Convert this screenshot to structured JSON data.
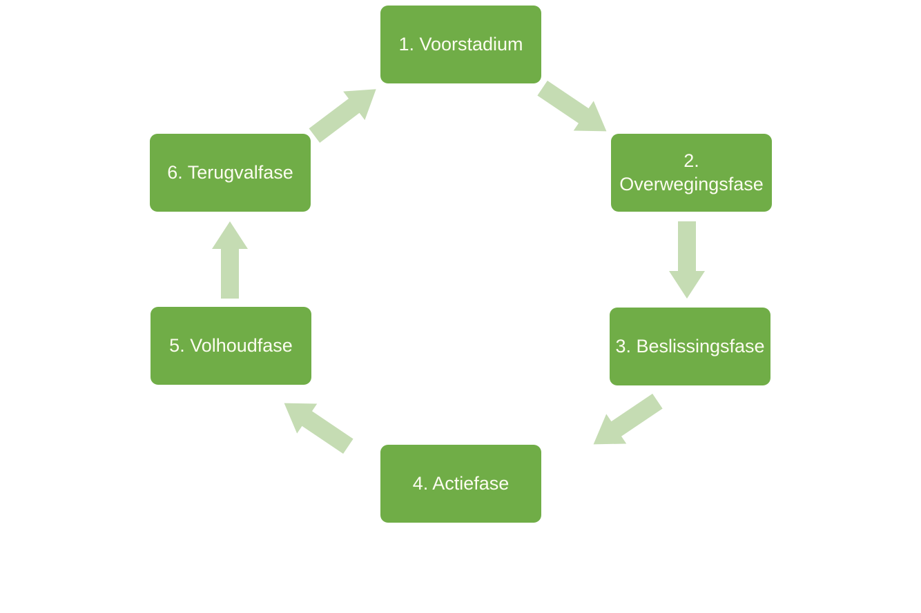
{
  "diagram": {
    "type": "cycle",
    "nodes": [
      {
        "id": "1",
        "label": "1. Voorstadium"
      },
      {
        "id": "2",
        "label": "2. Overwegingsfase"
      },
      {
        "id": "3",
        "label": "3. Beslissingsfase"
      },
      {
        "id": "4",
        "label": "4. Actiefase"
      },
      {
        "id": "5",
        "label": "5. Volhoudfase"
      },
      {
        "id": "6",
        "label": "6. Terugvalfase"
      }
    ],
    "edges": [
      {
        "from": "1",
        "to": "2"
      },
      {
        "from": "2",
        "to": "3"
      },
      {
        "from": "3",
        "to": "4"
      },
      {
        "from": "4",
        "to": "5"
      },
      {
        "from": "5",
        "to": "6"
      },
      {
        "from": "6",
        "to": "1"
      }
    ],
    "colors": {
      "node_fill": "#70ad47",
      "node_text": "#fcfcf0",
      "arrow_fill": "#c5dcb3",
      "background": "#ffffff"
    }
  }
}
